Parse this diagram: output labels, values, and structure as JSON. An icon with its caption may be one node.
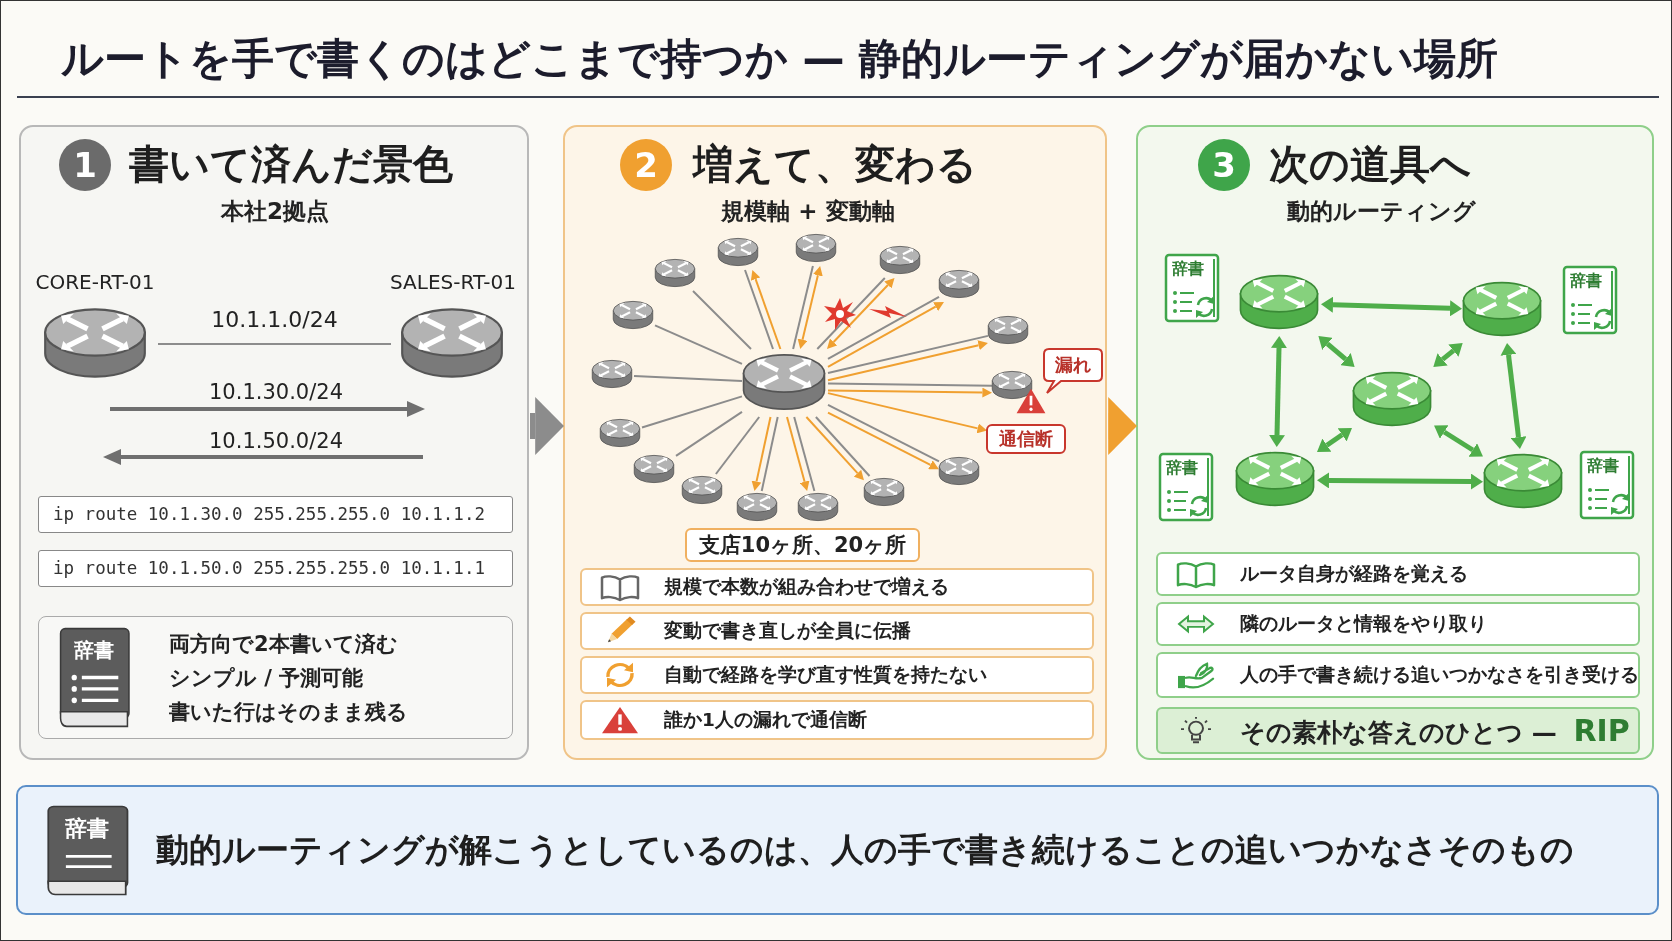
{
  "diagram": {
    "title": "ルートを手で書くのはどこまで持つか — 静的ルーティングが届かない場所",
    "nodes": [
      {
        "text": [
          "1",
          "書いて済んだ景色",
          "本社2拠点"
        ]
      },
      {
        "text": [
          "CORE-RT-01"
        ],
        "in": 0
      },
      {
        "text": [
          "SALES-RT-01"
        ],
        "in": 0
      },
      {
        "text": [
          "ip route 10.1.30.0 255.255.255.0 10.1.1.2"
        ],
        "in": 0
      },
      {
        "text": [
          "ip route 10.1.50.0 255.255.255.0 10.1.1.1"
        ],
        "in": 0
      },
      {
        "text": [
          "両方向で2本書いて済む",
          "シンプル / 予測可能",
          "書いた行はそのまま残る"
        ],
        "in": 0
      },
      {
        "text": [
          "辞書"
        ],
        "in": 5
      },
      {
        "text": [
          "2",
          "増えて、変わる",
          "規模軸 + 変動軸"
        ]
      },
      {
        "text": [],
        "shape": "cylinder",
        "in": 7
      },
      {
        "text": [],
        "shape": "cylinder",
        "in": 7
      },
      {
        "text": [],
        "shape": "cylinder",
        "in": 7
      },
      {
        "text": [],
        "shape": "cylinder",
        "in": 7
      },
      {
        "text": [],
        "shape": "cylinder",
        "in": 7
      },
      {
        "text": [],
        "shape": "cylinder",
        "in": 7
      },
      {
        "text": [],
        "shape": "cylinder",
        "in": 7
      },
      {
        "text": [],
        "shape": "cylinder",
        "in": 7
      },
      {
        "text": [],
        "shape": "cylinder",
        "in": 7
      },
      {
        "text": [],
        "shape": "cylinder",
        "in": 7
      },
      {
        "text": [],
        "shape": "cylinder",
        "in": 7
      },
      {
        "text": [],
        "shape": "cylinder",
        "in": 7
      },
      {
        "text": [],
        "shape": "cylinder",
        "in": 7
      },
      {
        "text": [],
        "shape": "cylinder",
        "in": 7
      },
      {
        "text": [],
        "shape": "cylinder",
        "in": 7
      },
      {
        "text": [],
        "shape": "cylinder",
        "in": 7
      },
      {
        "text": [],
        "shape": "cylinder",
        "in": 7
      },
      {
        "text": [
          "漏れ"
        ],
        "in": 7
      },
      {
        "text": [
          "通信断"
        ],
        "in": 7
      },
      {
        "text": [
          "支店10ヶ所、20ヶ所"
        ],
        "in": 7
      },
      {
        "text": [
          "規模で本数が組み合わせで増える"
        ],
        "in": 7
      },
      {
        "text": [
          "変動で書き直しが全員に伝播"
        ],
        "in": 7
      },
      {
        "text": [
          "自動で経路を学び直す性質を持たない"
        ],
        "in": 7
      },
      {
        "text": [
          "誰か1人の漏れで通信断"
        ],
        "in": 7
      },
      {
        "text": [
          "3",
          "次の道具へ",
          "動的ルーティング"
        ]
      },
      {
        "text": [
          "辞書"
        ],
        "in": 32
      },
      {
        "text": [],
        "shape": "cylinder",
        "in": 32
      },
      {
        "text": [],
        "shape": "cylinder",
        "in": 32
      },
      {
        "text": [
          "辞書"
        ],
        "in": 32
      },
      {
        "text": [],
        "shape": "cylinder",
        "in": 32
      },
      {
        "text": [
          "辞書"
        ],
        "in": 32
      },
      {
        "text": [],
        "shape": "cylinder",
        "in": 32
      },
      {
        "text": [],
        "shape": "cylinder",
        "in": 32
      },
      {
        "text": [
          "辞書"
        ],
        "in": 32
      },
      {
        "text": [
          "ルータ自身が経路を覚える"
        ],
        "in": 32
      },
      {
        "text": [
          "隣のルータと情報をやり取り"
        ],
        "in": 32
      },
      {
        "text": [
          "人の手で書き続ける追いつかなさを引き受ける"
        ],
        "in": 32
      },
      {
        "text": [
          "その素朴な答えのひとつ — **RIP**"
        ],
        "in": 32
      },
      {
        "text": [
          "動的ルーティングが解こうとしているのは、人の手で書き続けることの追いつかなさそのもの"
        ]
      },
      {
        "text": [
          "辞書"
        ],
        "in": 46
      }
    ],
    "edges": [
      {
        "from": 1,
        "to": 2,
        "arrow": "none",
        "label": "10.1.1.0/24"
      },
      {
        "from": 0,
        "to": 7,
        "arrow": "to",
        "style": "thick"
      },
      {
        "from": 7,
        "to": 32,
        "arrow": "to",
        "style": "thick",
        "color": "#f0a030"
      },
      {
        "from": 8,
        "to": 9,
        "arrow": "none"
      },
      {
        "from": 8,
        "to": 10,
        "arrow": "none"
      },
      {
        "from": 8,
        "to": 11,
        "arrow": "none"
      },
      {
        "from": 8,
        "to": 12,
        "arrow": "none"
      },
      {
        "from": 8,
        "to": 13,
        "arrow": "none"
      },
      {
        "from": 8,
        "to": 14,
        "arrow": "none"
      },
      {
        "from": 8,
        "to": 15,
        "arrow": "none"
      },
      {
        "from": 8,
        "to": 16,
        "arrow": "none"
      },
      {
        "from": 8,
        "to": 17,
        "arrow": "none"
      },
      {
        "from": 8,
        "to": 18,
        "arrow": "none"
      },
      {
        "from": 8,
        "to": 19,
        "arrow": "none"
      },
      {
        "from": 8,
        "to": 20,
        "arrow": "none"
      },
      {
        "from": 8,
        "to": 21,
        "arrow": "none"
      },
      {
        "from": 8,
        "to": 22,
        "arrow": "none"
      },
      {
        "from": 8,
        "to": 23,
        "arrow": "none"
      },
      {
        "from": 8,
        "to": 24,
        "arrow": "none"
      },
      {
        "from": 8,
        "to": 15,
        "arrow": "to",
        "color": "#f0a030"
      },
      {
        "from": 8,
        "to": 17,
        "arrow": "both",
        "color": "#f0a030"
      },
      {
        "from": 8,
        "to": 20,
        "arrow": "both",
        "color": "#f0a030"
      },
      {
        "from": 8,
        "to": 21,
        "arrow": "to",
        "color": "#f0a030"
      },
      {
        "from": 8,
        "to": 23,
        "arrow": "to",
        "color": "#f0a030"
      },
      {
        "from": 8,
        "to": 24,
        "arrow": "to",
        "color": "#f0a030"
      },
      {
        "from": 8,
        "to": 26,
        "arrow": "to",
        "color": "#f0a030"
      },
      {
        "from": 8,
        "to": 22,
        "arrow": "to",
        "color": "#f0a030"
      },
      {
        "from": 8,
        "to": 19,
        "arrow": "to",
        "color": "#f0a030"
      },
      {
        "from": 8,
        "to": 18,
        "arrow": "to",
        "color": "#f0a030"
      },
      {
        "from": 8,
        "to": 16,
        "arrow": "to",
        "color": "#f0a030"
      },
      {
        "from": 34,
        "to": 35,
        "arrow": "both",
        "style": "thick",
        "color": "#4fae4a"
      },
      {
        "from": 34,
        "to": 39,
        "arrow": "both",
        "style": "thick",
        "color": "#4fae4a"
      },
      {
        "from": 35,
        "to": 40,
        "arrow": "both",
        "style": "thick",
        "color": "#4fae4a"
      },
      {
        "from": 39,
        "to": 40,
        "arrow": "both",
        "style": "thick",
        "color": "#4fae4a"
      },
      {
        "from": 34,
        "to": 37,
        "arrow": "both",
        "style": "thick",
        "color": "#4fae4a"
      },
      {
        "from": 35,
        "to": 37,
        "arrow": "both",
        "style": "thick",
        "color": "#4fae4a"
      },
      {
        "from": 39,
        "to": 37,
        "arrow": "both",
        "style": "thick",
        "color": "#4fae4a"
      },
      {
        "from": 40,
        "to": 37,
        "arrow": "both",
        "style": "thick",
        "color": "#4fae4a"
      }
    ],
    "labels": [
      "10.1.30.0/24",
      "10.1.50.0/24"
    ]
  }
}
